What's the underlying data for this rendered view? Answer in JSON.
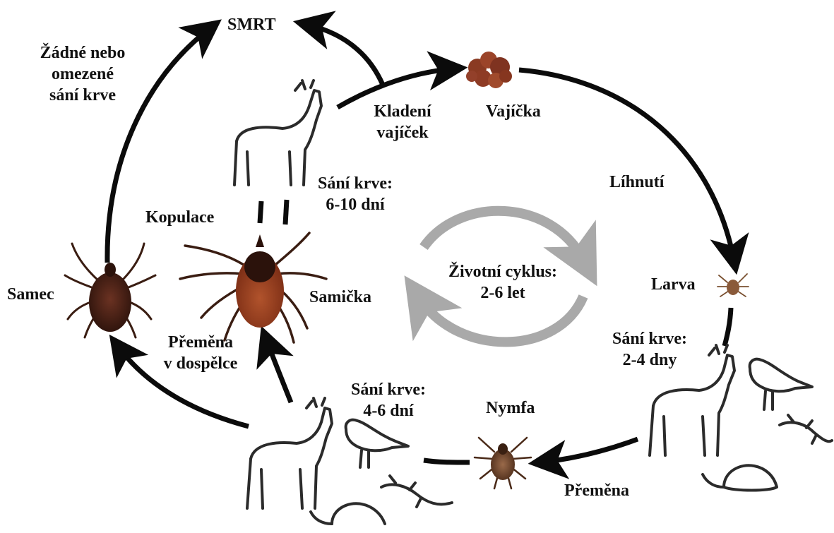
{
  "colors": {
    "arrow": "#0b0b0b",
    "cycle_arrow": "#a9a9a9",
    "tick_body": "#5a2412",
    "tick_abdomen": "#8e3b20",
    "egg": "#8a3a22",
    "outline": "#2b2b2b"
  },
  "labels": {
    "death": "SMRT",
    "no_feeding": [
      "Žádné nebo",
      "omezené",
      "sání krve"
    ],
    "egg_laying": [
      "Kladení",
      "vajíček"
    ],
    "eggs": "Vajíčka",
    "hatching": "Líhnutí",
    "larva": "Larva",
    "larva_feeding": [
      "Sání krve:",
      "2-4 dny"
    ],
    "molting": "Přeměna",
    "nymph": "Nymfa",
    "nymph_feeding": [
      "Sání krve:",
      "4-6 dní"
    ],
    "to_adult": [
      "Přeměna",
      "v dospělce"
    ],
    "male": "Samec",
    "female": "Samička",
    "mating": "Kopulace",
    "adult_feeding": [
      "Sání krve:",
      "6-10 dní"
    ],
    "life_cycle": [
      "Životní cyklus:",
      "2-6 let"
    ]
  },
  "icons": {
    "eggs": "tick-eggs-icon",
    "larva": "larva-tick-icon",
    "nymph": "nymph-tick-icon",
    "male": "male-tick-icon",
    "female": "female-tick-icon",
    "host_deer": "deer-host-icon",
    "host_bird": "bird-host-icon",
    "host_mouse": "mouse-host-icon",
    "host_lizard": "lizard-host-icon"
  }
}
